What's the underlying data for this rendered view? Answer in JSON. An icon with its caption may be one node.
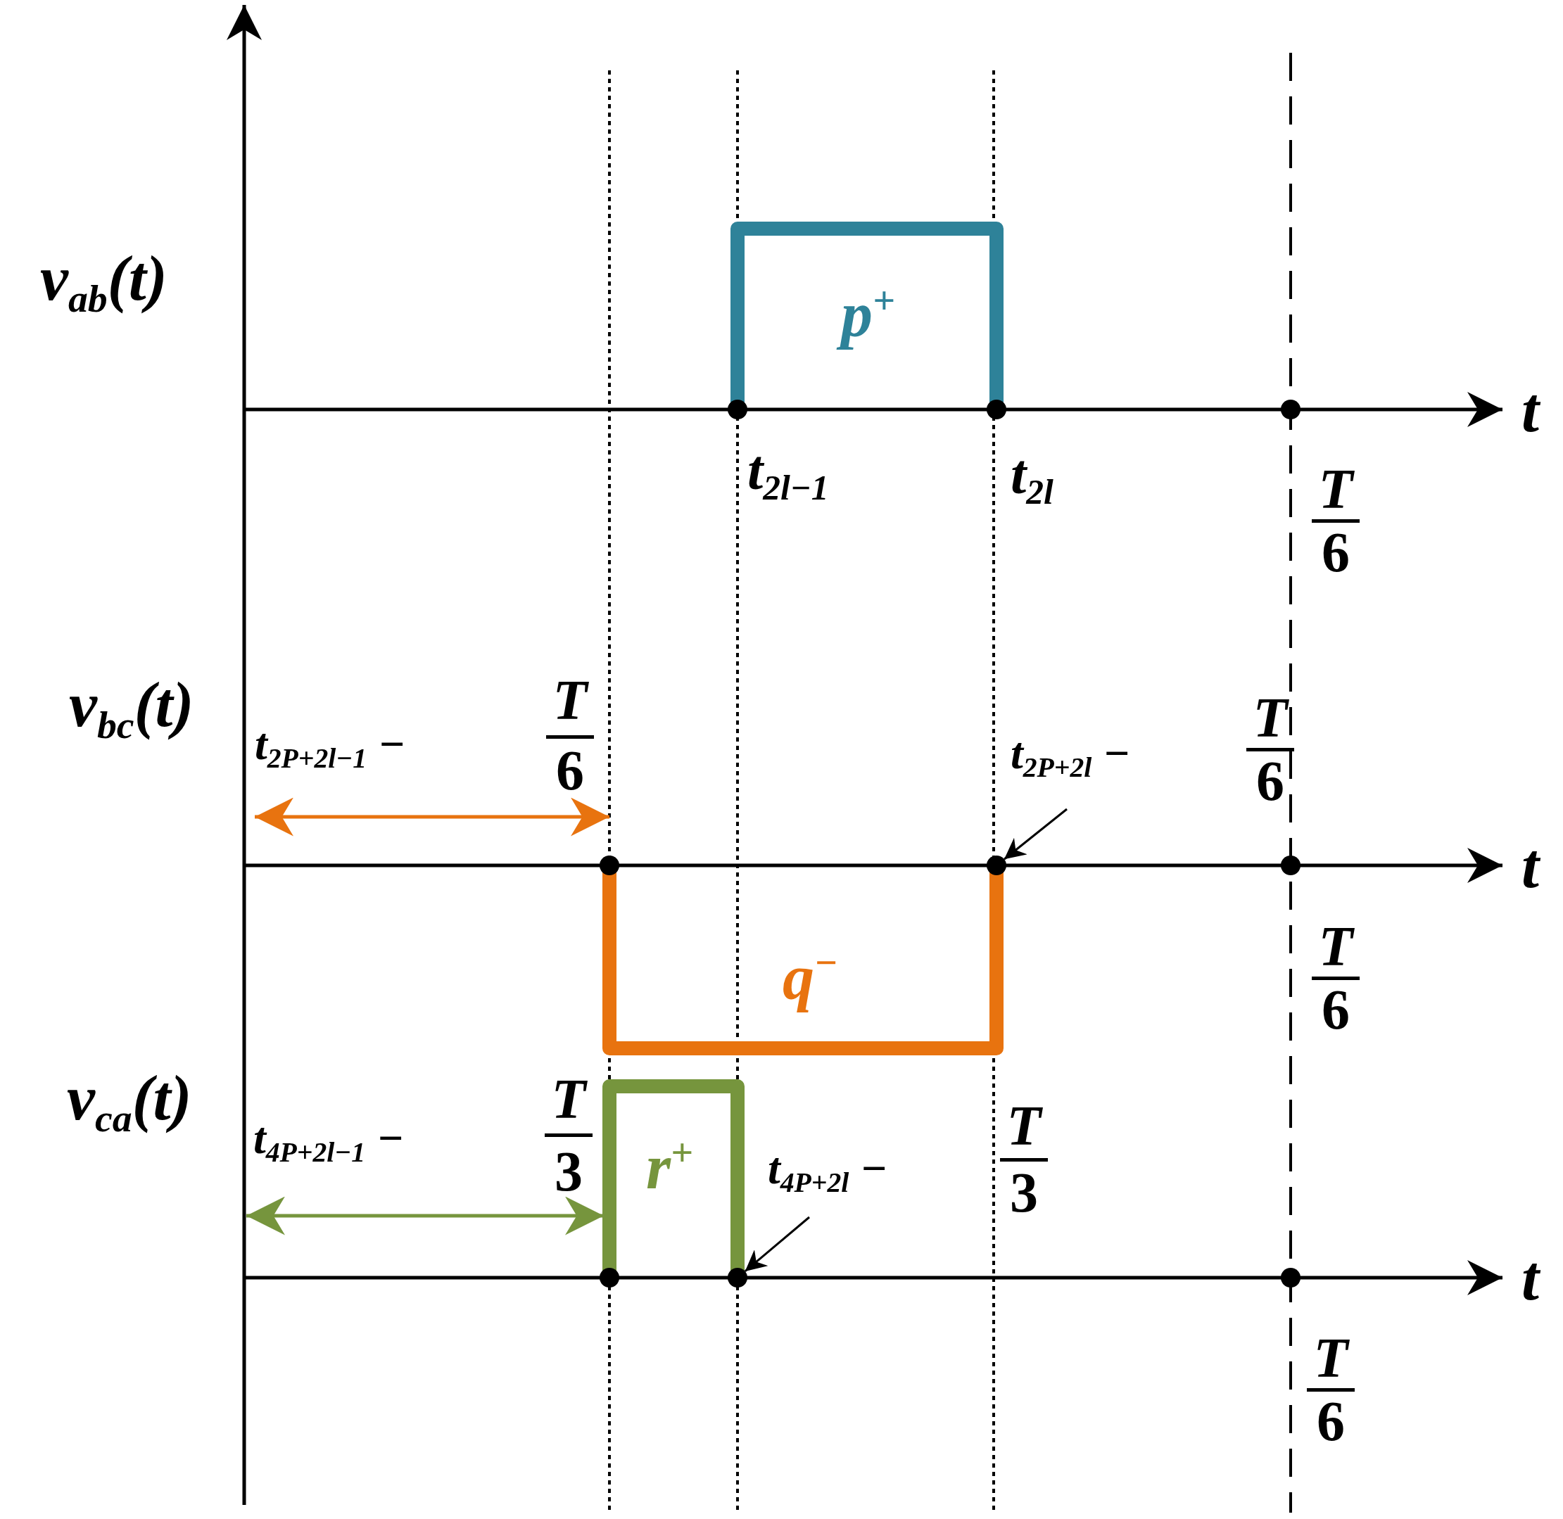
{
  "diagram": {
    "nodes": [
      {
        "text": [
          "t$_{2P+2l}$ −",
          "T",
          "6"
        ]
      },
      {
        "text": [],
        "shape": "circle"
      },
      {
        "text": [
          "t$_{4P+2l}$ −",
          "T",
          "3"
        ]
      },
      {
        "text": [],
        "shape": "circle"
      }
    ],
    "edges": [
      {
        "from": 0,
        "to": 1,
        "arrow": "to"
      },
      {
        "from": 2,
        "to": 3,
        "arrow": "to"
      }
    ],
    "labels": [
      "v$_{ab}$(t)",
      "t",
      "t$_{2l−1}$",
      "t$_{2l}$",
      "T",
      "6",
      "p$^{+}$",
      "v$_{bc}$(t)",
      "t$_{2P+2l−1}$ −",
      "T",
      "6",
      "t",
      "T",
      "6",
      "q$^{−}$",
      "v$_{ca}$(t)",
      "t$_{4P+2l−1}$ −",
      "T",
      "3",
      "r$^{+}$",
      "t",
      "T",
      "6"
    ]
  }
}
